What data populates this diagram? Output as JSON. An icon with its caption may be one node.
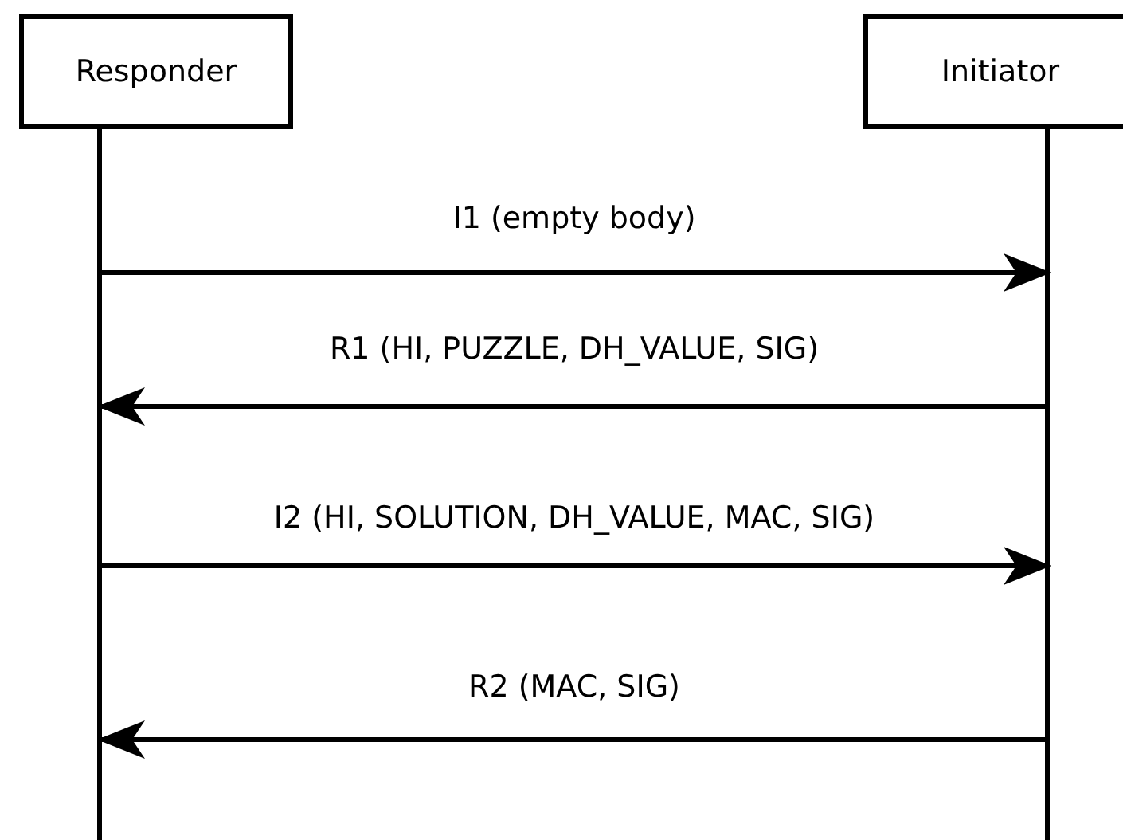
{
  "diagram": {
    "nodes": [
      {
        "text": [
          "Responder"
        ]
      },
      {
        "text": [
          "Initiator"
        ]
      }
    ],
    "edges": [
      {
        "from": 0,
        "to": 1,
        "arrow": "to",
        "label": "I1 (empty body)"
      },
      {
        "from": 1,
        "to": 0,
        "arrow": "to",
        "label": "R1 (HI, PUZZLE, DH_VALUE, SIG)"
      },
      {
        "from": 0,
        "to": 1,
        "arrow": "to",
        "label": "I2 (HI, SOLUTION, DH_VALUE, MAC, SIG)"
      },
      {
        "from": 1,
        "to": 0,
        "arrow": "to",
        "label": "R2 (MAC, SIG)"
      }
    ]
  }
}
